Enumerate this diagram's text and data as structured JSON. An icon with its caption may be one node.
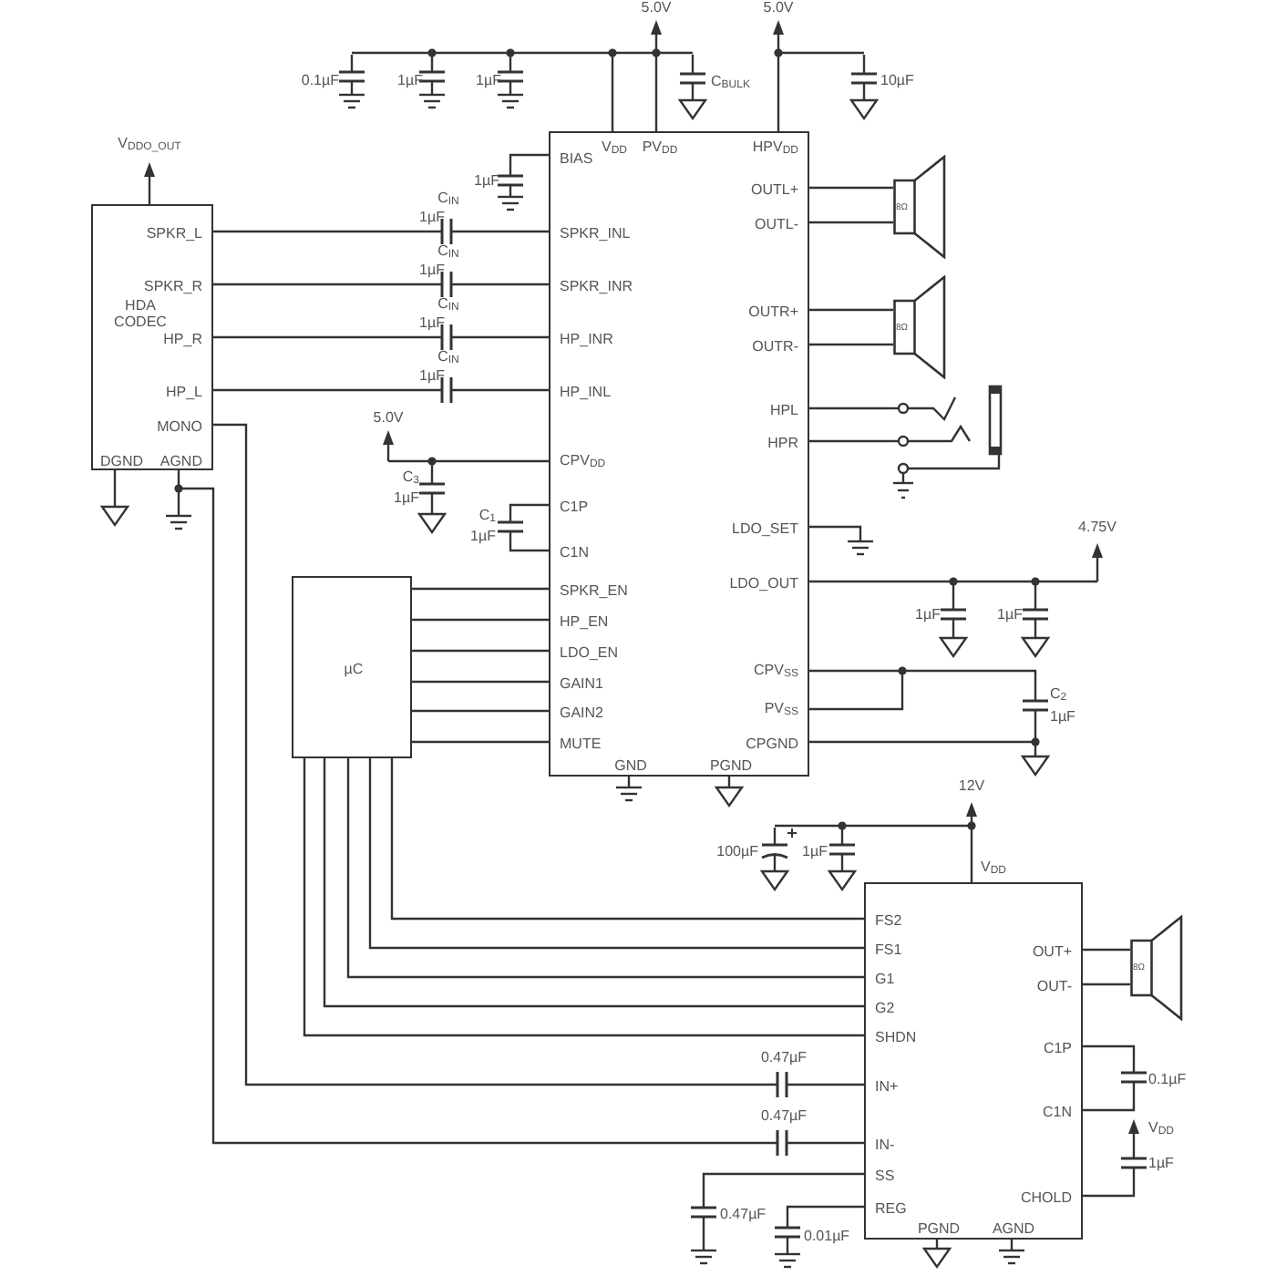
{
  "diagram": {
    "nodes": [
      {
        "text": [
          "SPKR_L",
          "SPKR_R",
          "HDA CODEC",
          "HP_R",
          "HP_L",
          "MONO",
          "DGND",
          "AGND"
        ]
      },
      {
        "text": [
          "BIAS",
          "V$_{DD}$",
          "PV$_{DD}$",
          "HPV$_{DD}$",
          "SPKR_INL",
          "SPKR_INR",
          "HP_INR",
          "HP_INL",
          "CPV$_{DD}$",
          "C1P",
          "C1N",
          "SPKR_EN",
          "HP_EN",
          "LDO_EN",
          "GAIN1",
          "GAIN2",
          "MUTE",
          "OUTL+",
          "OUTL-",
          "OUTR+",
          "OUTR-",
          "HPL",
          "HPR",
          "LDO_SET",
          "LDO_OUT",
          "CPV$_{SS}$",
          "PV$_{SS}$",
          "CPGND",
          "GND",
          "PGND"
        ]
      },
      {
        "text": [
          "µC"
        ]
      },
      {
        "text": [
          "V$_{DD}$",
          "FS2",
          "FS1",
          "G1",
          "G2",
          "SHDN",
          "IN+",
          "IN-",
          "SS",
          "REG",
          "OUT+",
          "OUT-",
          "C1P",
          "C1N",
          "CHOLD",
          "PGND",
          "AGND"
        ]
      },
      {
        "text": [
          "8Ω"
        ]
      },
      {
        "text": [
          "8Ω"
        ]
      },
      {
        "text": [],
        "shape": "picture"
      },
      {
        "text": [
          "8Ω"
        ]
      }
    ],
    "edges": [
      {
        "from": 0,
        "to": 1,
        "arrow": "none"
      },
      {
        "from": 0,
        "to": 1,
        "arrow": "none"
      },
      {
        "from": 0,
        "to": 1,
        "arrow": "none"
      },
      {
        "from": 0,
        "to": 1,
        "arrow": "none"
      },
      {
        "from": 2,
        "to": 1,
        "arrow": "none"
      },
      {
        "from": 2,
        "to": 1,
        "arrow": "none"
      },
      {
        "from": 2,
        "to": 1,
        "arrow": "none"
      },
      {
        "from": 2,
        "to": 1,
        "arrow": "none"
      },
      {
        "from": 2,
        "to": 1,
        "arrow": "none"
      },
      {
        "from": 2,
        "to": 1,
        "arrow": "none"
      },
      {
        "from": 2,
        "to": 3,
        "arrow": "none"
      },
      {
        "from": 2,
        "to": 3,
        "arrow": "none"
      },
      {
        "from": 2,
        "to": 3,
        "arrow": "none"
      },
      {
        "from": 2,
        "to": 3,
        "arrow": "none"
      },
      {
        "from": 2,
        "to": 3,
        "arrow": "none"
      },
      {
        "from": 0,
        "to": 3,
        "arrow": "none"
      },
      {
        "from": 0,
        "to": 3,
        "arrow": "none"
      },
      {
        "from": 1,
        "to": 4,
        "arrow": "none"
      },
      {
        "from": 1,
        "to": 4,
        "arrow": "none"
      },
      {
        "from": 1,
        "to": 5,
        "arrow": "none"
      },
      {
        "from": 1,
        "to": 5,
        "arrow": "none"
      },
      {
        "from": 1,
        "to": 6,
        "arrow": "none"
      },
      {
        "from": 1,
        "to": 6,
        "arrow": "none"
      },
      {
        "from": 3,
        "to": 7,
        "arrow": "none"
      },
      {
        "from": 3,
        "to": 7,
        "arrow": "none"
      }
    ],
    "labels": [
      "0.1µF",
      "1µF",
      "1µF",
      "5.0V",
      "C$_{BULK}$",
      "5.0V",
      "10µF",
      "V$_{DDO_OUT}$",
      "1µF",
      "C$_{IN}$",
      "1µF",
      "C$_{IN}$",
      "1µF",
      "C$_{IN}$",
      "1µF",
      "C$_{IN}$",
      "1µF",
      "5.0V",
      "C$_{3}$",
      "1µF",
      "C$_{1}$",
      "1µF",
      "4.75V",
      "1µF",
      "1µF",
      "C$_{2}$",
      "1µF",
      "12V",
      "100µF",
      "1µF",
      "0.47µF",
      "0.47µF",
      "0.1µF",
      "V$_{DD}$",
      "1µF",
      "0.47µF",
      "0.01µF"
    ]
  }
}
